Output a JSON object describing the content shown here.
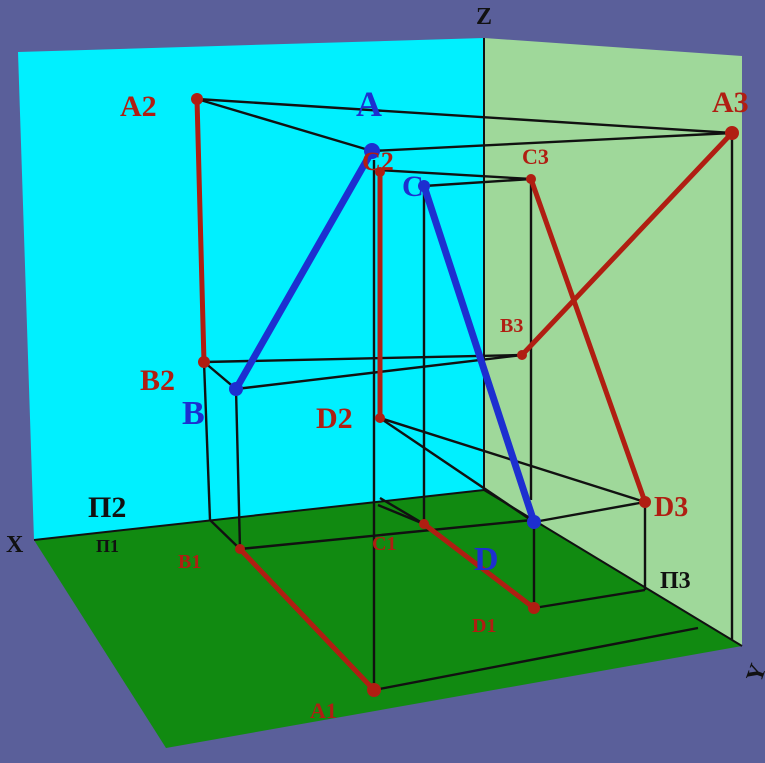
{
  "colors": {
    "background": "#5a5f9a",
    "frontal_plane": "#00f0ff",
    "profile_plane": "#9fd89a",
    "horizontal_plane": "#118a11",
    "projection_lines": "#b01e12",
    "spatial_lines": "#1d2fd0",
    "linking_lines": "#111111"
  },
  "axes": {
    "x": "X",
    "y": "Y",
    "z": "Z"
  },
  "planes": {
    "frontal": "П2",
    "horizontal": "П1",
    "profile": "П3"
  },
  "points": {
    "A": "A",
    "B": "B",
    "C": "C",
    "D": "D",
    "A1": "A1",
    "A2": "A2",
    "A3": "A3",
    "B1": "B1",
    "B2": "B2",
    "B3": "B3",
    "C1": "C1",
    "C2": "C2",
    "C3": "C3",
    "D1": "D1",
    "D2": "D2",
    "D3": "D3"
  }
}
